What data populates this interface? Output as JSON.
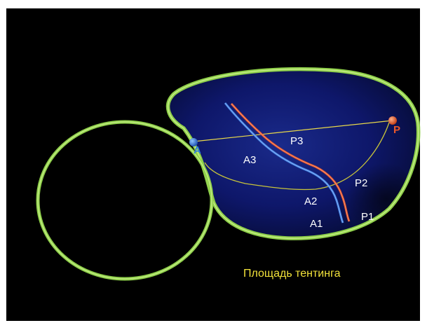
{
  "labels": {
    "anterior_point": "A",
    "posterior_point": "P",
    "p1": "P1",
    "p2": "P2",
    "p3": "P3",
    "a1": "A1",
    "a2": "A2",
    "a3": "A3",
    "caption": "Площадь тентинга"
  },
  "colors": {
    "frame": "#ffffff",
    "background": "#000000",
    "annulus_ring": "#a6e35a",
    "leaflet_surface": "#0c1552",
    "anterior_leaflet_line": "#3e7ee0",
    "posterior_leaflet_line": "#e0512b",
    "tenting_outline": "#c8c43a",
    "ap_line": "#e8d84a",
    "caption": "#f2e23a"
  }
}
